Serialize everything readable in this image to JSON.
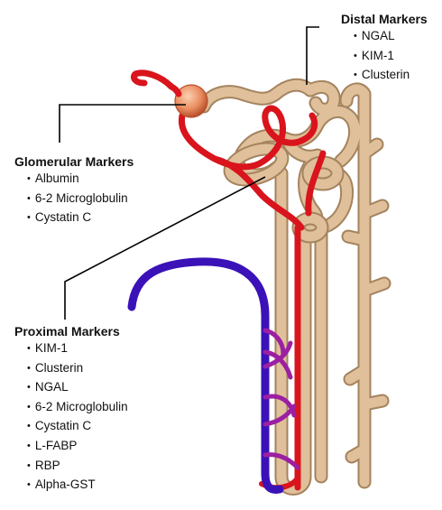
{
  "groups": {
    "distal": {
      "title": "Distal Markers",
      "items": [
        "NGAL",
        "KIM-1",
        "Clusterin"
      ]
    },
    "glomerular": {
      "title": "Glomerular Markers",
      "items": [
        "Albumin",
        "6-2 Microglobulin",
        "Cystatin C"
      ]
    },
    "proximal": {
      "title": "Proximal Markers",
      "items": [
        "KIM-1",
        "Clusterin",
        "NGAL",
        "6-2 Microglobulin",
        "Cystatin C",
        "L-FABP",
        "RBP",
        "Alpha-GST"
      ]
    }
  },
  "colors": {
    "tubule": "#dfc09a",
    "tubule_shade": "#a4835e",
    "artery": "#d9141d",
    "vein": "#3a12b8",
    "capillary": "#9c1fa2",
    "glomerulus": "#e98c5e",
    "leader_line": "#000000"
  }
}
